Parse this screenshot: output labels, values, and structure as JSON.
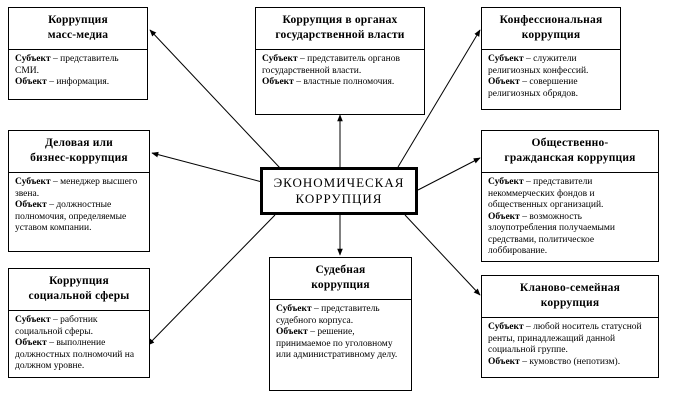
{
  "center": {
    "line1": "ЭКОНОМИЧЕСКАЯ",
    "line2": "КОРРУПЦИЯ"
  },
  "subject_label": "Субъект",
  "object_label": "Объект",
  "boxes": {
    "mass_media": {
      "title1": "Коррупция",
      "title2": "масс-медиа",
      "subject": " – представитель СМИ.",
      "object": " – информация."
    },
    "government": {
      "title1": "Коррупция в органах",
      "title2": "государственной власти",
      "subject": " – представитель органов государственной власти.",
      "object": " – властные полномочия."
    },
    "confessional": {
      "title1": "Конфессиональная",
      "title2": "коррупция",
      "subject": " – служители религиозных конфессий.",
      "object": " – совершение религиозных обрядов."
    },
    "business": {
      "title1": "Деловая или",
      "title2": "бизнес-коррупция",
      "subject": " – менеджер высшего звена.",
      "object": " – должностные полномочия, определяемые уставом компании."
    },
    "civil": {
      "title1": "Общественно-",
      "title2": "гражданская коррупция",
      "subject": " – представители некоммерческих фондов и общественных организаций.",
      "object": " – возможность злоупотребления получаемыми средствами, политическое лоббирование."
    },
    "social": {
      "title1": "Коррупция",
      "title2": "социальной сферы",
      "subject": " – работник социальной сферы.",
      "object": " – выполнение должностных полномочий на должном уровне."
    },
    "judicial": {
      "title1": "Судебная",
      "title2": "коррупция",
      "subject": " – представитель судебного корпуса.",
      "object": " – решение, принимаемое по уголовному или административному делу."
    },
    "clan": {
      "title1": "Клановo-семейная",
      "title2": "коррупция",
      "subject": " – любой носитель статусной ренты, принадлежащий данной социальной группе.",
      "object": " – кумовство (непотизм)."
    }
  }
}
